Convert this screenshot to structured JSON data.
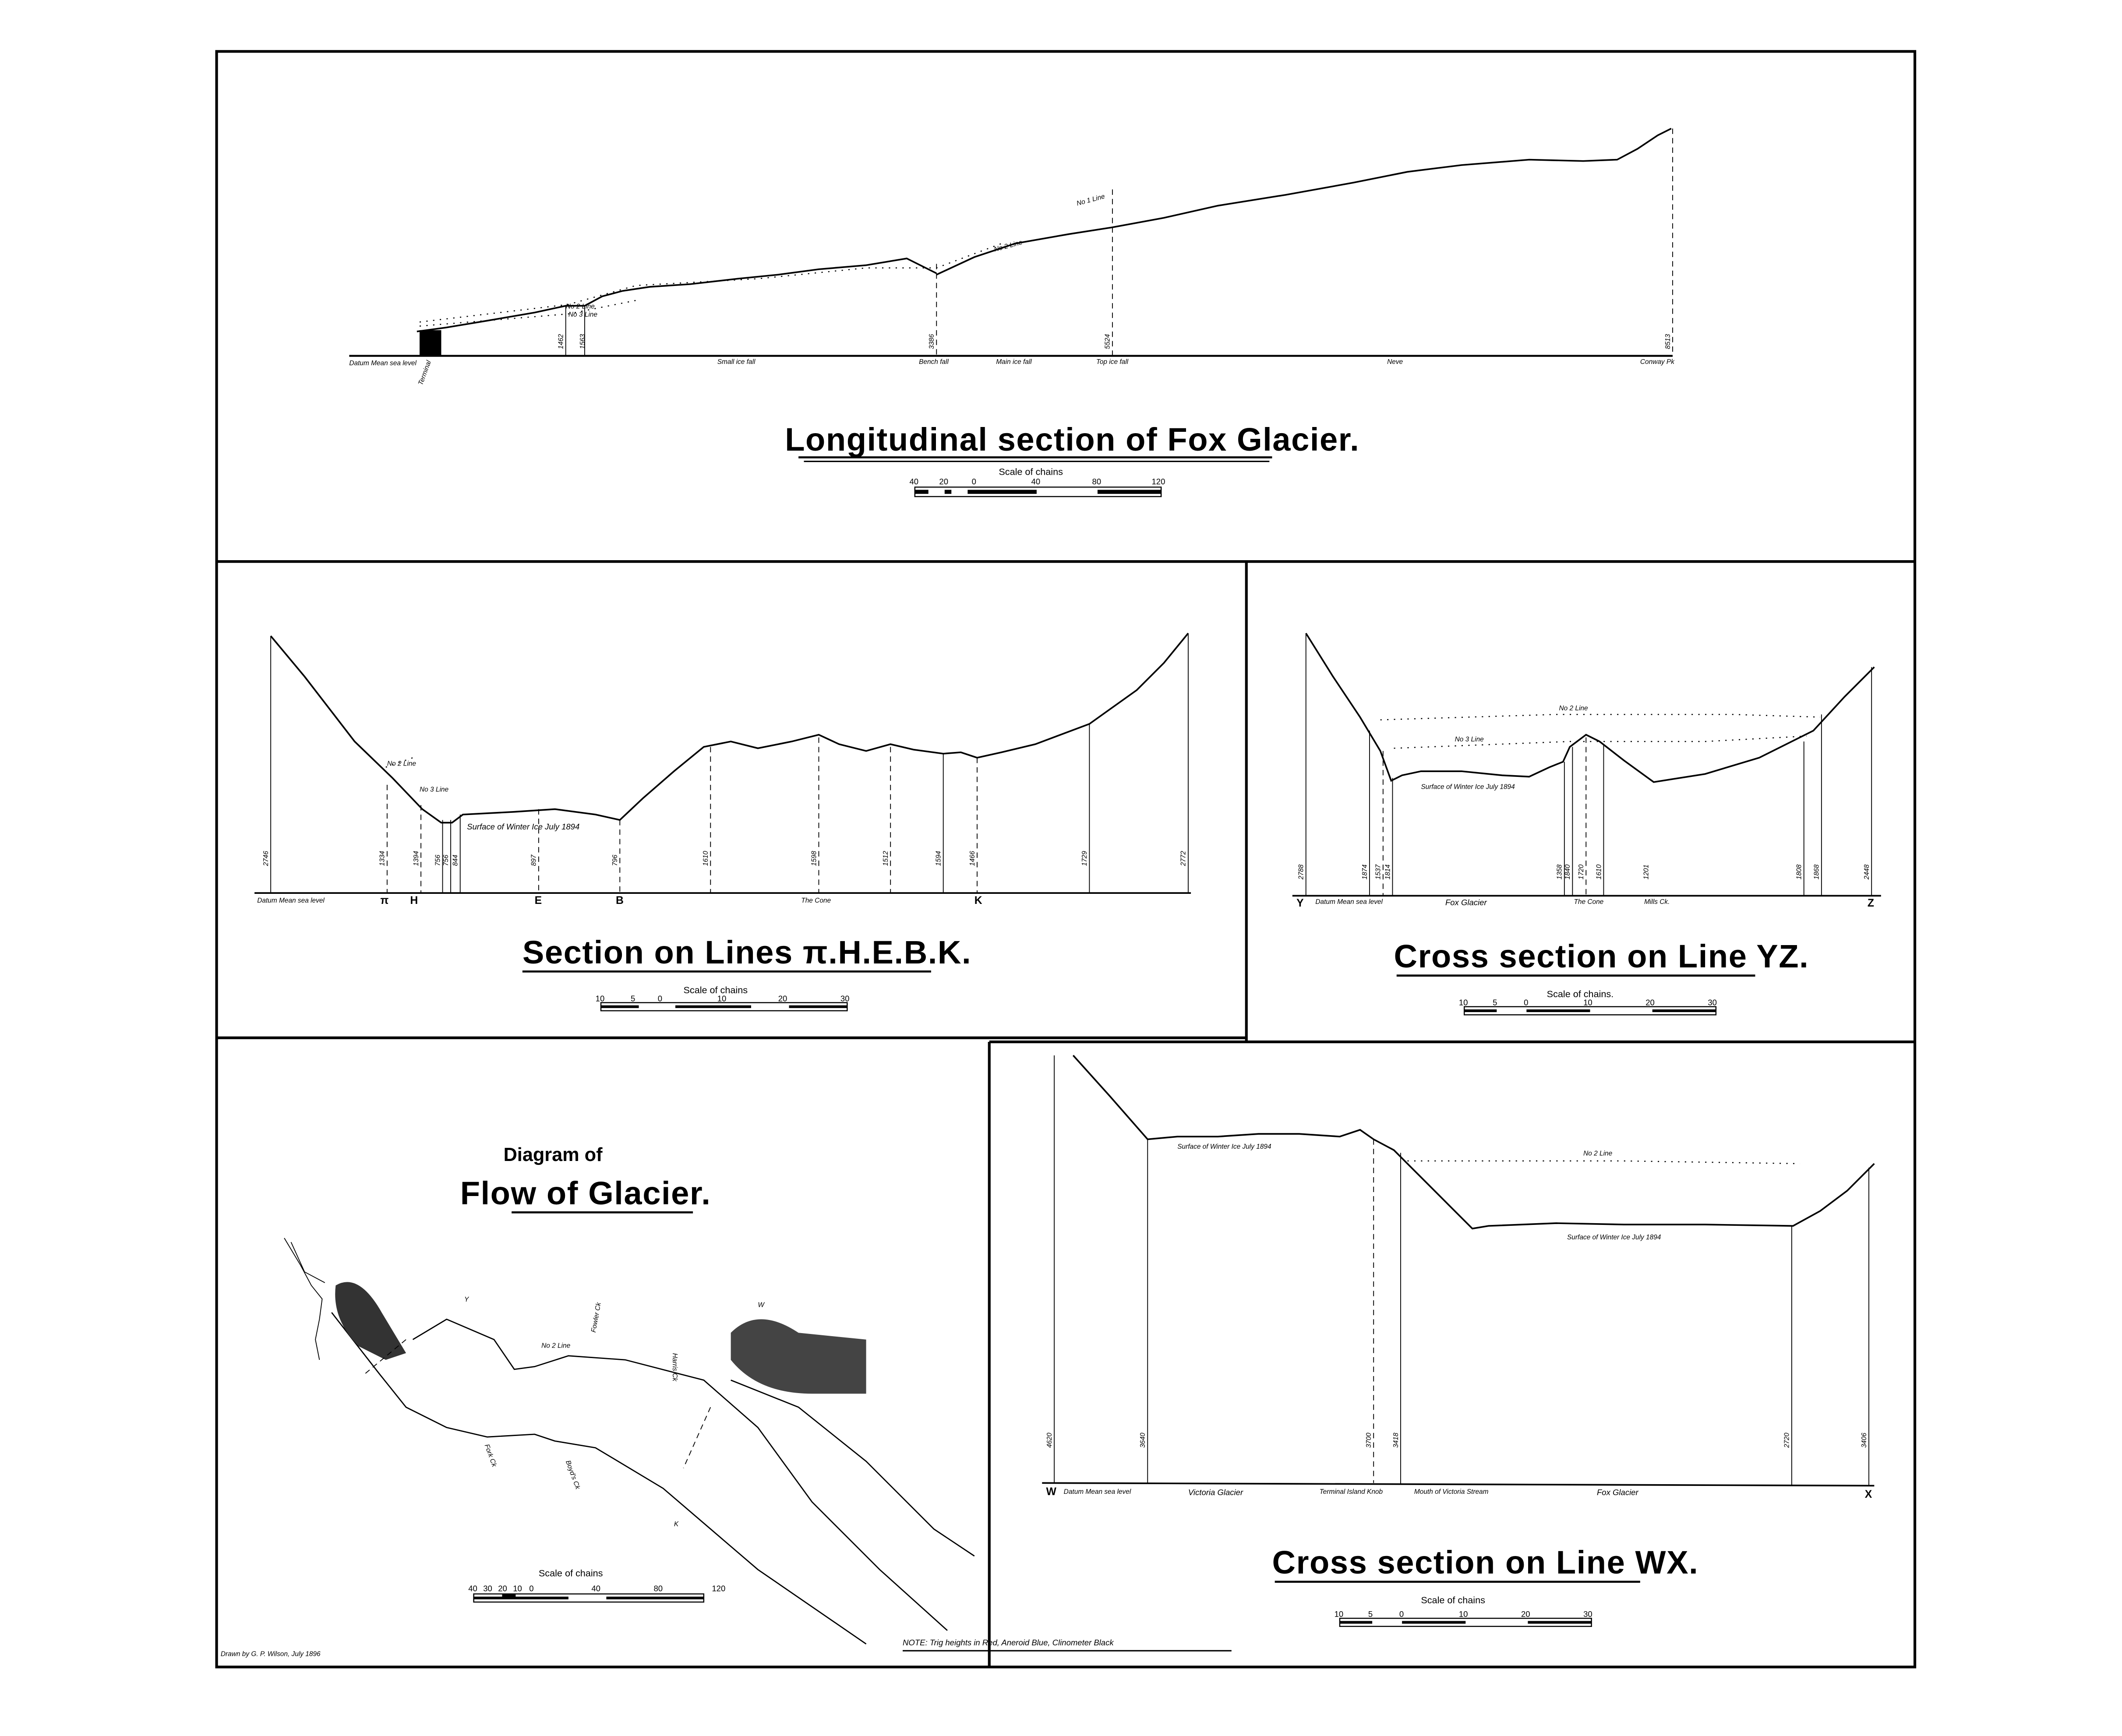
{
  "longitudinal": {
    "title": "Longitudinal section of Fox Glacier.",
    "scale_label": "Scale of chains",
    "scale_ticks": [
      "40",
      "20",
      "0",
      "40",
      "80",
      "120"
    ],
    "datum_label": "Datum Mean sea level",
    "line_labels": [
      "No 2 Line",
      "No 3 Line",
      "No 2 Line",
      "No 1 Line"
    ],
    "place_labels": [
      "Small ice fall",
      "Bench fall",
      "Main ice fall",
      "Top ice fall",
      "Neve",
      "Conway Pk"
    ],
    "heights": [
      "1462",
      "1563",
      "3386",
      "5524",
      "8513"
    ],
    "terminal_label": "Terminal"
  },
  "section_lines": {
    "title": "Section on Lines π.H.E.B.K.",
    "scale_label": "Scale of chains",
    "scale_ticks": [
      "10",
      "5",
      "0",
      "10",
      "20",
      "30"
    ],
    "datum_label": "Datum Mean sea level",
    "markers": [
      "π",
      "H",
      "E",
      "B",
      "K"
    ],
    "place_label": "The Cone",
    "line_labels": [
      "No 2 Line",
      "No 3 Line"
    ],
    "ice_label": "Surface of Winter Ice July 1894",
    "heights": [
      "2746",
      "1334",
      "1394",
      "756",
      "756",
      "844",
      "897",
      "796",
      "1610",
      "1598",
      "1512",
      "1594",
      "1466",
      "1729",
      "2772"
    ]
  },
  "cross_yz": {
    "title": "Cross section on Line YZ.",
    "scale_label": "Scale of chains.",
    "scale_ticks": [
      "10",
      "5",
      "0",
      "10",
      "20",
      "30"
    ],
    "markers": [
      "Y",
      "Z"
    ],
    "datum_label": "Datum Mean sea level",
    "place_labels": [
      "Fox Glacier",
      "The Cone",
      "Mills Ck."
    ],
    "line_labels": [
      "No 2 Line",
      "No 3 Line"
    ],
    "ice_label": "Surface of Winter Ice July 1894",
    "heights": [
      "2788",
      "1874",
      "1537",
      "1814",
      "1358",
      "1840",
      "1720",
      "1610",
      "1201",
      "1808",
      "1868",
      "2448"
    ]
  },
  "flow_diagram": {
    "title_line1": "Diagram of",
    "title_line2": "Flow of Glacier.",
    "scale_label": "Scale of chains",
    "scale_ticks": [
      "40",
      "30",
      "20",
      "10",
      "0",
      "40",
      "80",
      "120"
    ],
    "map_labels": [
      "Y",
      "W",
      "K",
      "Fowler Ck",
      "Boyd's Ck",
      "Fork Ck",
      "No 2 Line",
      "Harris Ck"
    ]
  },
  "cross_wx": {
    "title": "Cross section on Line WX.",
    "scale_label": "Scale of chains",
    "scale_ticks": [
      "10",
      "5",
      "0",
      "10",
      "20",
      "30"
    ],
    "markers": [
      "W",
      "X"
    ],
    "datum_label": "Datum Mean sea level",
    "place_labels": [
      "Victoria Glacier",
      "Terminal Island Knob",
      "Mouth of Victoria Stream",
      "Fox Glacier"
    ],
    "line_label": "No 2 Line",
    "ice_label": "Surface of Winter Ice July 1894",
    "heights": [
      "4620",
      "3640",
      "3700",
      "3418",
      "2720",
      "3406"
    ]
  },
  "footer": {
    "note": "NOTE: Trig heights in Red, Aneroid Blue, Clinometer Black",
    "credit": "Drawn by G. P. Wilson, July 1896"
  }
}
